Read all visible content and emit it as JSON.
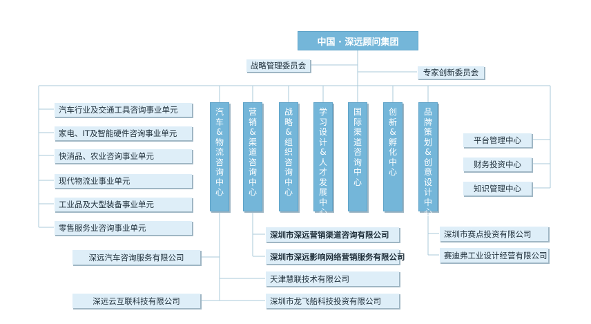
{
  "root": "中国 · 深远顾问集团",
  "committees": [
    "战略管理委员会",
    "专家创新委员会"
  ],
  "business_units": [
    "汽车行业及交通工具咨询事业单元",
    "家电、IT及智能硬件咨询事业单元",
    "快消品、农业咨询事业单元",
    "现代物流业事业单元",
    "工业品及大型装备事业单元",
    "零售服务业咨询事业单元"
  ],
  "centers": [
    "汽车&物流咨询中心",
    "营销&渠道咨询中心",
    "战略&组织咨询中心",
    "学习设计&人才发展中心",
    "国际渠道咨询中心",
    "创新&孵化中心",
    "品牌策划&创意设计中心"
  ],
  "management_centers": [
    "平台管理中心",
    "财务投资中心",
    "知识管理中心"
  ],
  "left_companies": [
    "深远汽车咨询服务有限公司",
    "深远云互联科技有限公司"
  ],
  "bottom_companies": [
    "深圳市深远营销渠道咨询有限公司",
    "深圳市深远影响网络营销服务有限公司",
    "天津慧联技术有限公司",
    "深圳市龙飞船科技投资有限公司"
  ],
  "right_companies": [
    "深圳市赛点投资有限公司",
    "赛迪弗工业设计经营有限公司"
  ]
}
